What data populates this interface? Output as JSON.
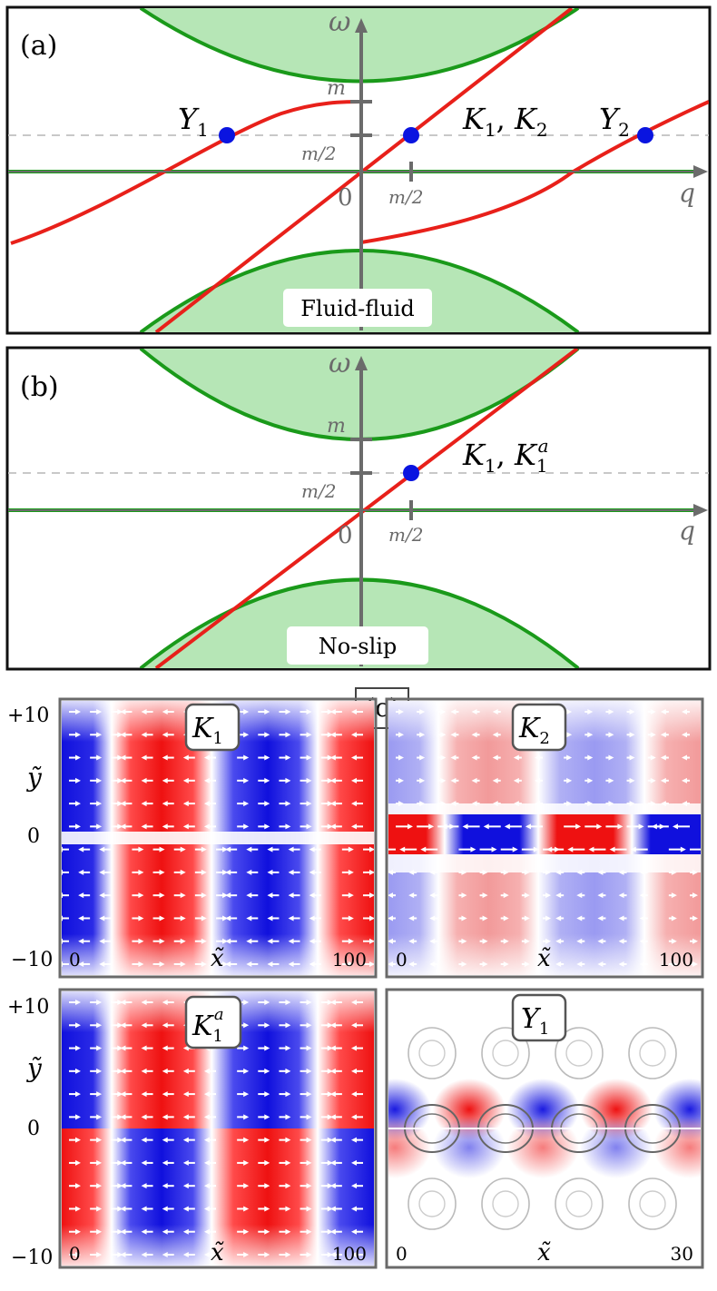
{
  "panel_a": {
    "tag": "(a)",
    "omega_label": "ω",
    "q_label": "q",
    "zero_label": "0",
    "m_label": "m",
    "m_half_y_label": "m/2",
    "m_half_x_label": "m/2",
    "box_label": "Fluid-fluid",
    "points": [
      {
        "label": "Y",
        "sub": "1"
      },
      {
        "label": "K",
        "sub": "1",
        "label2": "K",
        "sub2": "2"
      },
      {
        "label": "Y",
        "sub": "2"
      }
    ]
  },
  "panel_b": {
    "tag": "(b)",
    "omega_label": "ω",
    "q_label": "q",
    "zero_label": "0",
    "m_label": "m",
    "m_half_y_label": "m/2",
    "m_half_x_label": "m/2",
    "box_label": "No-slip",
    "points": [
      {
        "label": "K",
        "sub": "1",
        "label2": "K",
        "sub2": "1",
        "sup2": "a"
      }
    ]
  },
  "panel_c": {
    "tag": "(c)",
    "y_label": "ỹ",
    "x_label": "x̃",
    "y_ticks": [
      "+10",
      "0",
      "−10"
    ],
    "maps": [
      {
        "title": "K",
        "sub": "1",
        "sup": "",
        "x_min": "0",
        "x_max": "100"
      },
      {
        "title": "K",
        "sub": "2",
        "sup": "",
        "x_min": "0",
        "x_max": "100"
      },
      {
        "title": "K",
        "sub": "1",
        "sup": "a",
        "x_min": "0",
        "x_max": "100"
      },
      {
        "title": "Y",
        "sub": "1",
        "sup": "",
        "x_min": "0",
        "x_max": "30"
      }
    ]
  },
  "colors": {
    "red_curve": "#e8201a",
    "green_curve": "#1a9a1a",
    "green_fill": "#b6e6b6",
    "point": "#0a14e0",
    "axis": "#6b6b6b",
    "field_red": "#ee1111",
    "field_blue": "#1111dd"
  }
}
